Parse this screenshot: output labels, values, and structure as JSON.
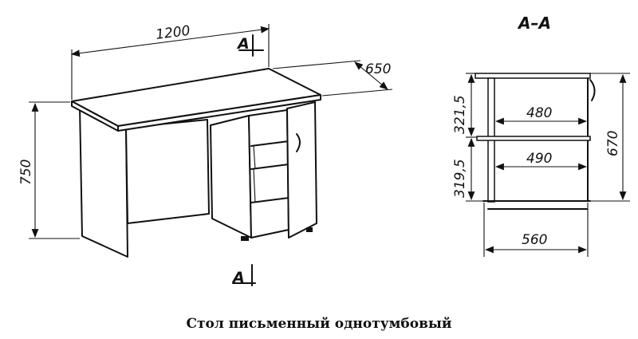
{
  "desk": {
    "width_label": "1200",
    "depth_label": "650",
    "height_label": "750",
    "cut_marker_top": "A",
    "cut_marker_bottom": "A"
  },
  "section": {
    "title": "А–А",
    "dim_upper": "321,5",
    "dim_lower": "319,5",
    "dim_total": "670",
    "dim_upper_width": "480",
    "dim_lower_width": "490",
    "dim_base_width": "560"
  },
  "caption": "Стол письменный однотумбовый"
}
